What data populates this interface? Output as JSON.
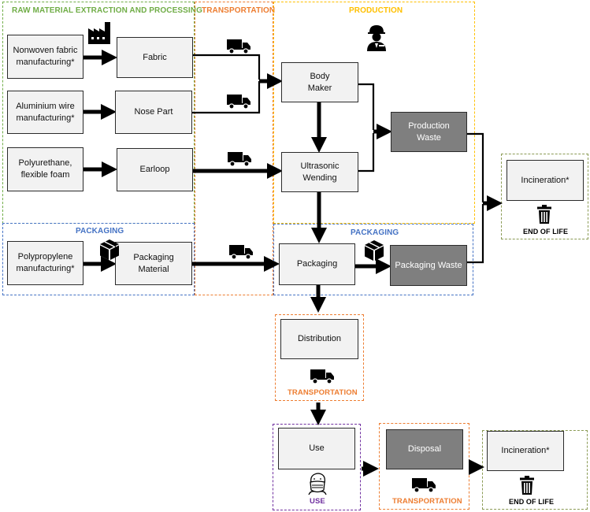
{
  "colors": {
    "raw": "#70AD47",
    "transport": "#ED7D31",
    "production": "#FFC000",
    "packaging": "#4472C4",
    "use": "#7030A0",
    "endoflife": "#8B9B55",
    "dark_box": "#7F7F7F",
    "light_box": "#F2F2F2"
  },
  "zones": {
    "raw": "RAW MATERIAL EXTRACTION AND PROCESSING",
    "transportation": "TRANSPORTATION",
    "production": "PRODUCTION",
    "packaging_left": "PACKAGING",
    "packaging_right": "PACKAGING",
    "end_of_life_top": "END OF LIFE",
    "transportation_distribution": "TRANSPORTATION",
    "use": "USE",
    "transportation_disposal": "TRANSPORTATION",
    "end_of_life_bottom": "END OF LIFE"
  },
  "boxes": {
    "nonwoven": "Nonwoven fabric\nmanufacturing*",
    "fabric": "Fabric",
    "aluminium": "Aluminium wire\nmanufacturing*",
    "nose_part": "Nose Part",
    "polyurethane": "Polyurethane,\nflexible foam",
    "earloop": "Earloop",
    "polypropylene": "Polypropylene\nmanufacturing*",
    "packaging_material": "Packaging\nMaterial",
    "body_maker": "Body\nMaker",
    "ultrasonic": "Ultrasonic\nWending",
    "production_waste": "Production\nWaste",
    "packaging": "Packaging",
    "packaging_waste": "Packaging Waste",
    "incineration_top": "Incineration*",
    "distribution": "Distribution",
    "use": "Use",
    "disposal": "Disposal",
    "incineration_bottom": "Incineration*"
  },
  "icons": {
    "factory": "factory-icon",
    "worker": "worker-icon",
    "truck": "truck-icon",
    "package": "package-icon",
    "trash": "trash-icon",
    "mask": "face-mask-icon"
  }
}
